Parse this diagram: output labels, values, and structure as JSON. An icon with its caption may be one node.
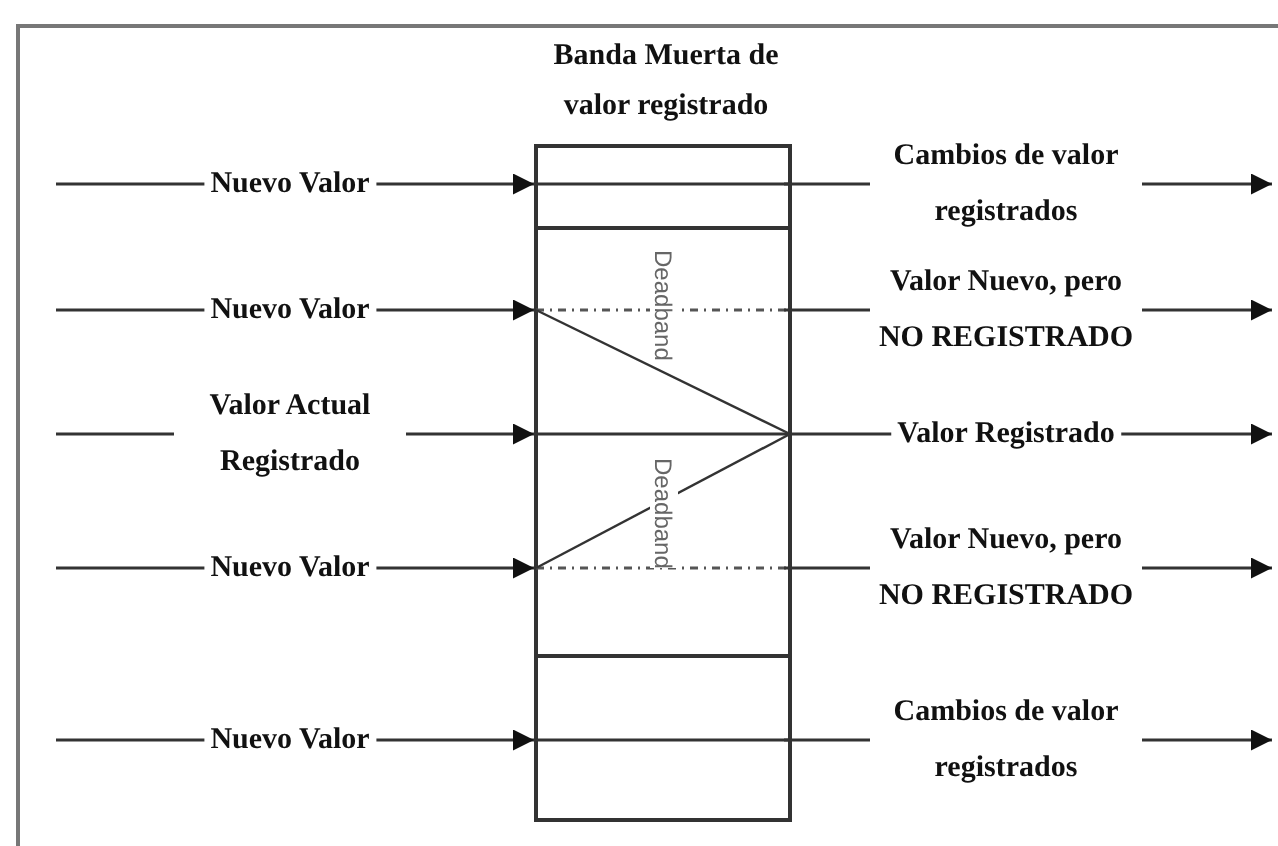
{
  "diagram": {
    "nodes": [
      {
        "text": [
          "Banda Muerta de valor registrado"
        ]
      },
      {
        "text": [],
        "shape": "box",
        "in": 0
      },
      {
        "text": [
          "Deadband"
        ],
        "in": 0
      },
      {
        "text": [
          "Deadband"
        ],
        "in": 0
      },
      {
        "text": [],
        "shape": "box",
        "in": 0
      }
    ],
    "edges": [
      {
        "from": null,
        "to": 1,
        "arrow": "to",
        "label": "Nuevo Valor"
      },
      {
        "from": 1,
        "to": null,
        "arrow": "to",
        "label": "Cambios de valor registrados"
      },
      {
        "from": null,
        "to": 2,
        "arrow": "to",
        "label": "Nuevo Valor"
      },
      {
        "from": 2,
        "to": null,
        "arrow": "to",
        "label": "Valor Nuevo, pero NO REGISTRADO"
      },
      {
        "from": null,
        "to": 0,
        "arrow": "to",
        "label": "Valor Actual Registrado"
      },
      {
        "from": 0,
        "to": null,
        "arrow": "to",
        "label": "Valor Registrado"
      },
      {
        "from": null,
        "to": 3,
        "arrow": "to",
        "label": "Nuevo Valor"
      },
      {
        "from": 3,
        "to": null,
        "arrow": "to",
        "label": "Valor Nuevo, pero NO REGISTRADO"
      },
      {
        "from": null,
        "to": 4,
        "arrow": "to",
        "label": "Nuevo Valor"
      },
      {
        "from": 4,
        "to": null,
        "arrow": "to",
        "label": "Cambios de valor registrados"
      }
    ]
  }
}
